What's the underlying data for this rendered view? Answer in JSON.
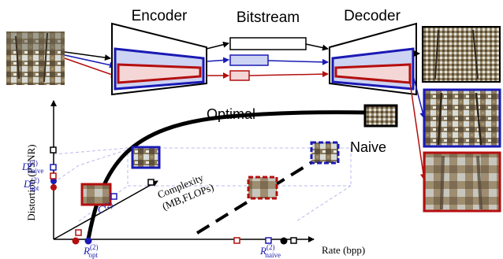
{
  "figure": {
    "encoder_label": "Encoder",
    "bitstream_label": "Bitstream",
    "decoder_label": "Decoder",
    "optimal_label": "Optimal",
    "naive_label": "Naive",
    "y_axis_label": "Distortion (PSNR)",
    "x_axis_label": "Rate (bpp)",
    "z_axis_label_line1": "Complexity",
    "z_axis_label_line2": "(MB,FLOPs)",
    "d_naive_main": "D",
    "d_naive_sup": "(2)",
    "d_naive_sub": "naive",
    "d_opt_main": "D",
    "d_opt_sup": "(2)",
    "d_opt_sub": "opt",
    "c_main": "C",
    "c_sup": "(2)",
    "r_opt_main": "R",
    "r_opt_sup": "(2)",
    "r_opt_sub": "opt",
    "r_naive_main": "R",
    "r_naive_sup": "(2)",
    "r_naive_sub": "naive"
  },
  "colors": {
    "blue": "#1a1ab4",
    "red": "#b40f0f",
    "black": "#000000",
    "blue_fill": "#cdd3f2",
    "red_fill": "#f4d6d6"
  }
}
